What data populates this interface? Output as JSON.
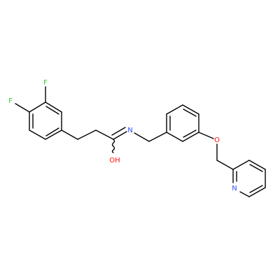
{
  "molecule": {
    "colors": {
      "bond": "#000000",
      "fluorine": "#33cc33",
      "nitrogen": "#3050f8",
      "oxygen": "#ff0d0d"
    },
    "atoms": [
      {
        "id": "F1",
        "label": "F",
        "color": "fluorine"
      },
      {
        "id": "F2",
        "label": "F",
        "color": "fluorine"
      },
      {
        "id": "N1",
        "label": "N",
        "color": "nitrogen"
      },
      {
        "id": "OH",
        "label": "OH",
        "color": "oxygen"
      },
      {
        "id": "O1",
        "label": "O",
        "color": "oxygen"
      },
      {
        "id": "N2",
        "label": "N",
        "color": "nitrogen"
      }
    ]
  }
}
